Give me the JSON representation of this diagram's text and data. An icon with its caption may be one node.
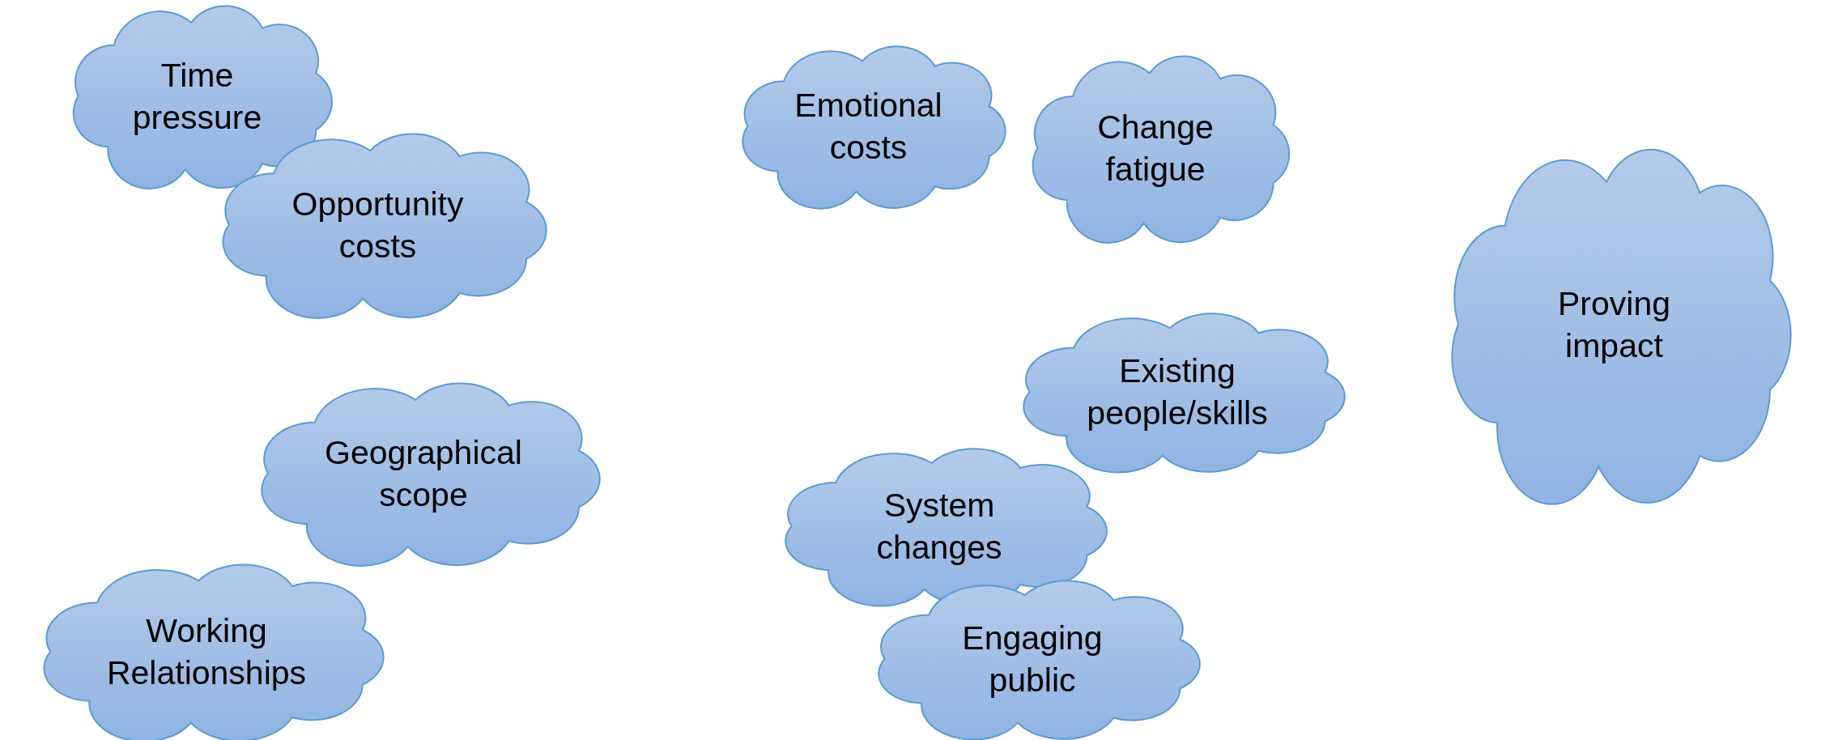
{
  "diagram": {
    "nodes": [
      {
        "text": [
          "Time pressure"
        ]
      },
      {
        "text": [
          "Emotional costs"
        ]
      },
      {
        "text": [
          "Change fatigue"
        ]
      },
      {
        "text": [
          "Opportunity costs"
        ]
      },
      {
        "text": [
          "Proving impact"
        ]
      },
      {
        "text": [
          "Existing people/skills"
        ]
      },
      {
        "text": [
          "Geographical scope"
        ]
      },
      {
        "text": [
          "System changes"
        ]
      },
      {
        "text": [
          "Working Relationships"
        ]
      },
      {
        "text": [
          "Engaging public"
        ]
      }
    ]
  }
}
